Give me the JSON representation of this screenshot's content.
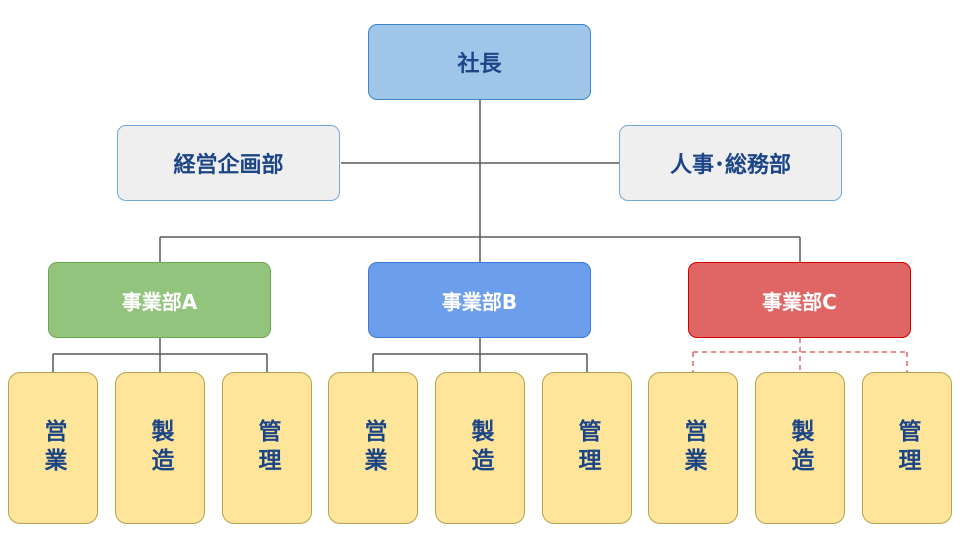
{
  "org_chart": {
    "ceo": "社長",
    "staff_left": "経営企画部",
    "staff_right": "人事･総務部",
    "divisions": [
      {
        "name": "事業部A",
        "units": [
          "営業",
          "製造",
          "管理"
        ]
      },
      {
        "name": "事業部B",
        "units": [
          "営業",
          "製造",
          "管理"
        ]
      },
      {
        "name": "事業部C",
        "units": [
          "営業",
          "製造",
          "管理"
        ]
      }
    ]
  },
  "colors": {
    "line": "#595959",
    "dashed_line": "#e06666",
    "division_a": "#93c47d",
    "division_b": "#6d9eeb",
    "division_c": "#e06666",
    "unit": "#ffe599",
    "staff": "#efefef",
    "ceo": "#9fc5e8"
  }
}
